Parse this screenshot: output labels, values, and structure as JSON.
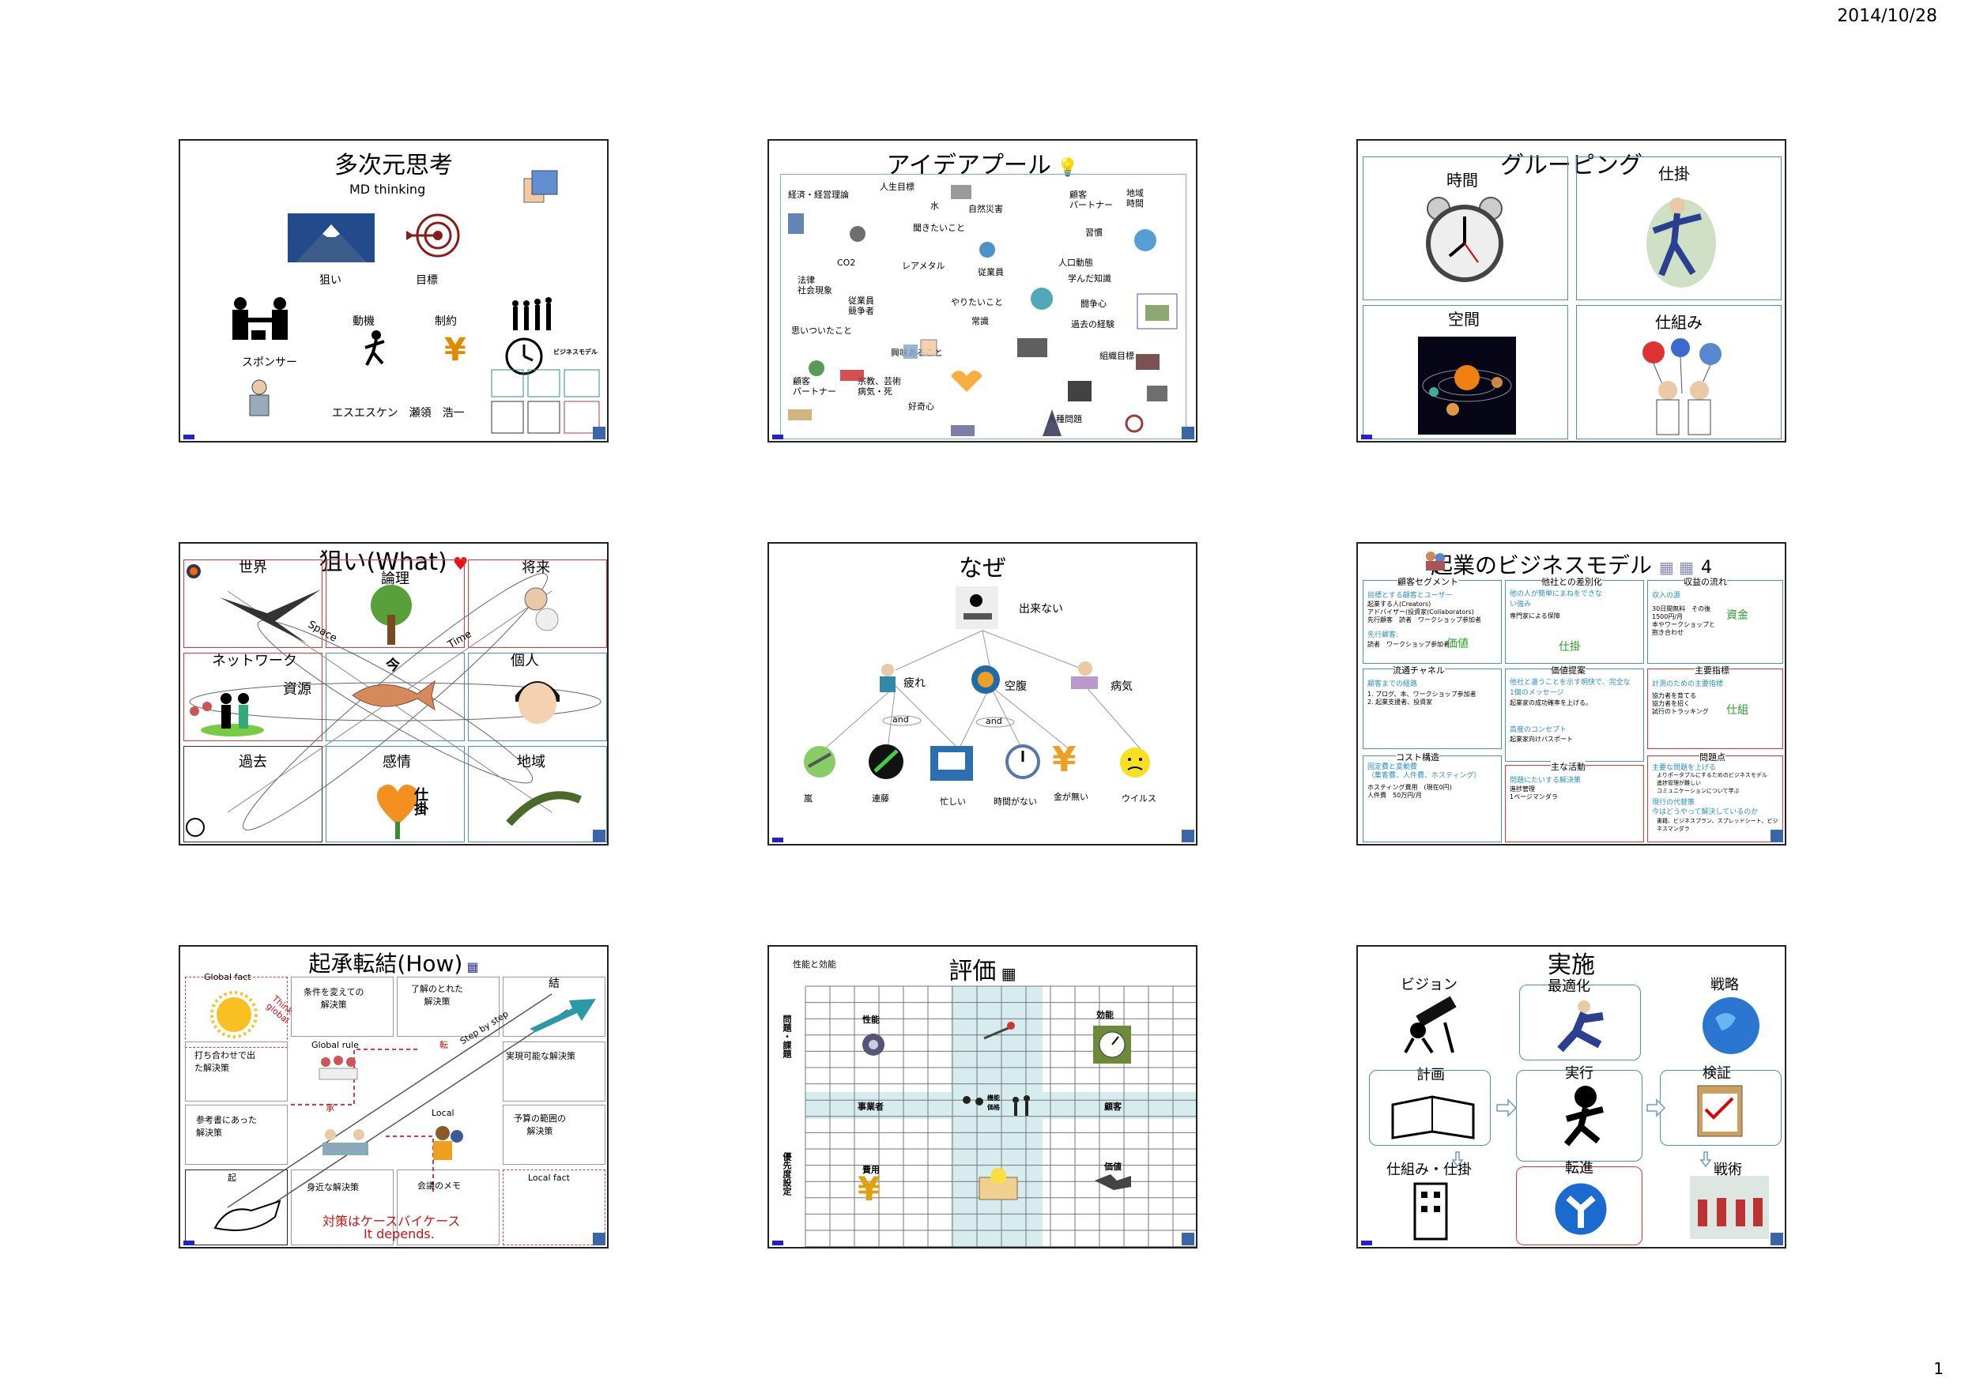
{
  "header": {
    "date": "2014/10/28"
  },
  "footer": {
    "page": "1"
  },
  "s1": {
    "title": "多次元思考",
    "subtitle": "MD thinking",
    "aim": "狙い",
    "target": "目標",
    "motive": "動機",
    "constraint": "制約",
    "sponsor": "スポンサー",
    "author": "エスエスケン　瀬領　浩一",
    "bm": "ビジネスモデル"
  },
  "s2": {
    "title": "アイデアプール",
    "words": [
      "経済・経営理論",
      "人生目標",
      "水",
      "自然災害",
      "顧客\nパートナー",
      "地域\n時間",
      "聞きたいこと",
      "習慣",
      "CO2",
      "レアメタル",
      "従業員",
      "人口動態",
      "学んだ知識",
      "法律\n社会現象",
      "従業員\n競争者",
      "やりたいこと",
      "闘争心",
      "思いついたこと",
      "常識",
      "過去の経験",
      "興味あること",
      "組織目標",
      "顧客\nパートナー",
      "宗教、芸術\n病気・死",
      "好奇心",
      "人種問題"
    ]
  },
  "s3": {
    "title": "グルーピング",
    "time": "時間",
    "work": "仕掛",
    "space": "空間",
    "mech": "仕組み"
  },
  "s4": {
    "title": "狙い(What)",
    "world": "世界",
    "logic": "論理",
    "future": "将来",
    "network": "ネットワーク",
    "now": "今",
    "person": "個人",
    "resource": "資源",
    "past": "過去",
    "emotion": "感情",
    "region": "地域",
    "space": "Space",
    "time": "Time",
    "shikake": "仕掛"
  },
  "s5": {
    "title": "なぜ",
    "top": "出来ない",
    "tired": "疲れ",
    "hungry": "空腹",
    "sick": "病気",
    "and1": "and",
    "and2": "and",
    "storm": "嵐",
    "rento": "連藤",
    "busy": "忙しい",
    "notime": "時間がない",
    "nomoney": "金が無い",
    "virus": "ウイルス"
  },
  "s6": {
    "title": "起業のビジネスモデル",
    "num": "4",
    "seg": "顧客セグメント",
    "seg_t": "目標とする顧客とユーザー",
    "seg_b": "起業する人(Creators)\nアドバイザー(投資家(Collaborators)\n先行顧客　読者　ワークショップ参加者",
    "seg_lead": "先行顧客:",
    "seg_lead2": "読者　ワークショップ参加者",
    "value": "価値",
    "diff": "他社との差別化",
    "diff_t": "他の人が簡単にまねをできない強み",
    "diff_b": "専門家による保障",
    "shikake": "仕掛",
    "revenue": "収益の流れ",
    "revenue_t": "収入の源",
    "revenue_b": "30日間無料　その後\n1500円/月\n本やワークショップと\n抱き合わせ",
    "fund": "資金",
    "channel": "流通チャネル",
    "channel_t": "顧客までの経路",
    "channel_b": "1. ブログ、本、ワークショップ参加者\n2. 起業支援者、投資家",
    "prop": "価値提案",
    "prop_t": "他社と違うことを示す明快で、完全な1個のメッセージ",
    "prop_b": "起業家の成功確率を上げる。",
    "concept": "高度のコンセプト",
    "concept_b": "起業家向けパスポート",
    "kpi": "主要指標",
    "kpi_t": "計測のための主要指標",
    "kpi_b": "協力者を育てる\n協力者を招く\n試行のトラッキング",
    "mech": "仕組",
    "cost": "コスト構造",
    "cost_t": "固定費と変動費\n（集客費、人件費、ホスティング）",
    "cost_b": "ホスティング費用　(現在0円)\n人件費　50万円/月",
    "act": "主な活動",
    "act_t": "問題にたいする解決策",
    "act_b": "進捗管理\n1ページマンダラ",
    "prob": "問題点",
    "prob_t": "主要な問題を上げる",
    "prob_b": "よりポータブルにするためのビジネスモデル\n進捗管理が難しい\nコミュニケーションについて学ぶ",
    "prob_t2": "現行の代替策",
    "prob_t3": "今はどうやって解決しているのか",
    "prob_b2": "書籍、ビジネスプラン、スプレッドシート、ビジネスマンダラ"
  },
  "s7": {
    "title": "起承転結(How)",
    "gfact": "Global fact",
    "think": "Think\nglobal",
    "cond": "条件を変えての\n解決策",
    "understood": "了解のとれた\n解決策",
    "ketsu": "結",
    "grule": "Global rule",
    "ten": "転",
    "step": "Step by step",
    "meet": "打ち合わせで出\nた解決策",
    "feasible": "実現可能な解決策",
    "sho": "承",
    "ref": "参考書にあった\n解決策",
    "local": "Local",
    "budget": "予算の範囲の\n解決策",
    "ki": "起",
    "near": "身近な解決策",
    "memo": "会議のメモ",
    "lfact": "Local fact",
    "case": "対策はケースバイケース",
    "depends": "It depends."
  },
  "s8": {
    "title": "評価",
    "sub": "性能と効能",
    "perf": "性能",
    "eff": "効能",
    "issue": "問題・課題",
    "biz": "事業者",
    "func": "機能\n価格",
    "cust": "顧客",
    "prio": "優先度設定",
    "cost": "費用",
    "value": "価値"
  },
  "s9": {
    "title": "実施",
    "vision": "ビジョン",
    "opt": "最適化",
    "strategy": "戦略",
    "plan": "計画",
    "exec": "実行",
    "verify": "検証",
    "mech": "仕組み・仕掛",
    "turn": "転進",
    "tactics": "戦術"
  }
}
